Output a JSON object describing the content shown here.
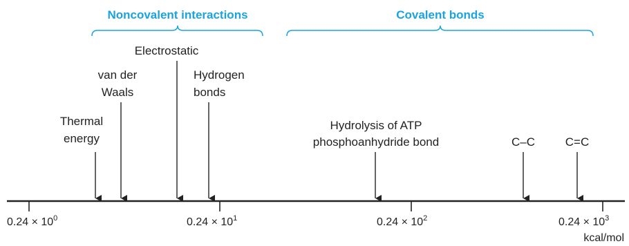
{
  "colors": {
    "accent": "#1aa3e0",
    "ink": "#222222"
  },
  "groups": {
    "noncovalent": {
      "title": "Noncovalent interactions"
    },
    "covalent": {
      "title": "Covalent bonds"
    }
  },
  "labels": {
    "thermal": {
      "line1": "Thermal",
      "line2": "energy"
    },
    "vdw": {
      "line1": "van der",
      "line2": "Waals"
    },
    "electrostatic": {
      "line1": "Electrostatic"
    },
    "hydrogen": {
      "line1": "Hydrogen",
      "line2": "bonds"
    },
    "atp": {
      "line1": "Hydrolysis of ATP",
      "line2": "phosphoanhydride bond"
    },
    "cc_single": {
      "line1": "C–C"
    },
    "cc_double": {
      "line1": "C=C"
    }
  },
  "axis": {
    "ticks": [
      {
        "base": "0.24 × 10",
        "exp": "0"
      },
      {
        "base": "0.24 × 10",
        "exp": "1"
      },
      {
        "base": "0.24 × 10",
        "exp": "2"
      },
      {
        "base": "0.24 × 10",
        "exp": "3"
      }
    ],
    "unit": "kcal/mol"
  }
}
